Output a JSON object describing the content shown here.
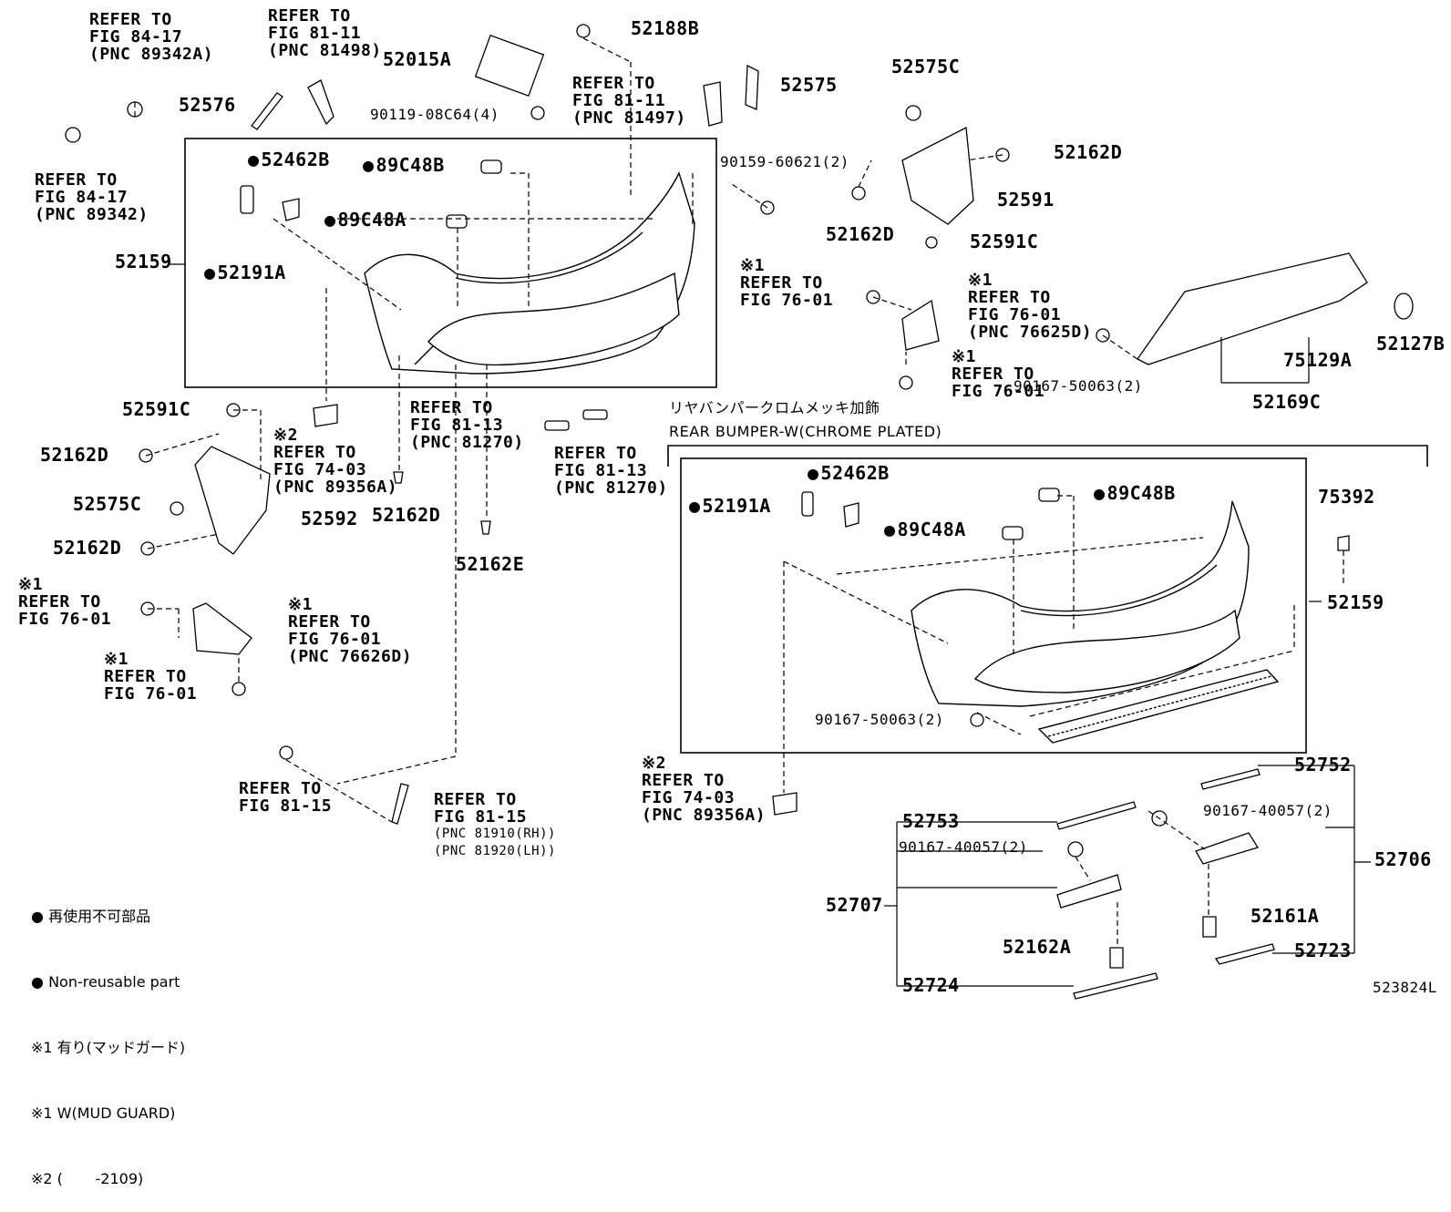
{
  "refs": {
    "r1": "REFER TO\nFIG 84-17\n(PNC 89342A)",
    "r2": "REFER TO\nFIG 81-11\n(PNC 81498)",
    "r3": "REFER TO\nFIG 84-17\n(PNC 89342)",
    "r4": "REFER TO\nFIG 81-11\n(PNC 81497)",
    "r5": "※1\nREFER TO\nFIG 76-01",
    "r6": "※1\nREFER TO\nFIG 76-01\n(PNC 76625D)",
    "r7": "※1\nREFER TO\nFIG 76-01",
    "r8": "※2\nREFER TO\nFIG 74-03\n(PNC 89356A)",
    "r9": "REFER TO\nFIG 81-13\n(PNC 81270)",
    "r10": "REFER TO\nFIG 81-13\n(PNC 81270)",
    "r11": "※1\nREFER TO\nFIG 76-01",
    "r12": "※1\nREFER TO\nFIG 76-01\n(PNC 76626D)",
    "r13": "※1\nREFER TO\nFIG 76-01",
    "r14": "REFER TO\nFIG 81-15",
    "r15": "REFER TO\nFIG 81-15",
    "r15b": "(PNC 81910(RH))\n(PNC 81920(LH))",
    "r16": "※2\nREFER TO\nFIG 74-03\n(PNC 89356A)"
  },
  "parts": {
    "p52015A": "52015A",
    "p9011908": "90119-08C64(4)",
    "p52188B": "52188B",
    "p52575": "52575",
    "p52576": "52576",
    "p52462B_a": "52462B",
    "p89C48B_a": "89C48B",
    "p89C48A_a": "89C48A",
    "p52159_a": "52159",
    "p52191A_a": "52191A",
    "p9015960621": "90159-60621(2)",
    "p52575C_a": "52575C",
    "p52162D_a": "52162D",
    "p52591": "52591",
    "p52162D_b": "52162D",
    "p52591C_a": "52591C",
    "p52127B": "52127B",
    "p75129A": "75129A",
    "p90167_a": "90167-50063(2)",
    "p52169C": "52169C",
    "p52591C_b": "52591C",
    "p52162D_c": "52162D",
    "p52575C_b": "52575C",
    "p52592": "52592",
    "p52162D_d": "52162D",
    "p52162D_e": "52162D",
    "p52162E": "52162E",
    "p52462B_b": "52462B",
    "p52191A_b": "52191A",
    "p89C48B_b": "89C48B",
    "p89C48A_b": "89C48A",
    "p75392": "75392",
    "p52159_b": "52159",
    "p90167_b": "90167-50063(2)",
    "p52752": "52752",
    "p52753": "52753",
    "p90167400_a": "90167-40057(2)",
    "p90167400_b": "90167-40057(2)",
    "p52706": "52706",
    "p52707": "52707",
    "p52161A": "52161A",
    "p52162A": "52162A",
    "p52723": "52723",
    "p52724": "52724"
  },
  "section": {
    "title_jp": "リヤバンパークロムメッキ加飾",
    "title_en": "REAR BUMPER-W(CHROME PLATED)"
  },
  "legend": {
    "l1": "再使用不可部品",
    "l2": "Non-reusable part",
    "l3": "※1 有り(マッドガード)",
    "l4": "※1 W(MUD GUARD)",
    "l5": "※2 (       -2109)"
  },
  "figure_id": "523824L"
}
